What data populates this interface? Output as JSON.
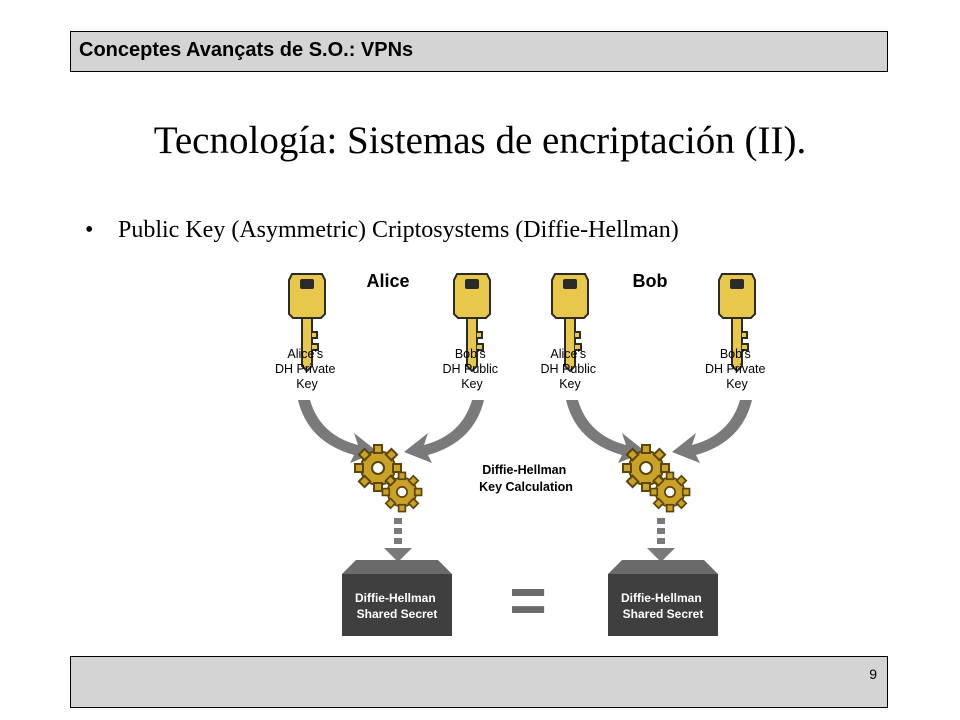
{
  "header": {
    "title": "Conceptes Avançats de S.O.: VPNs"
  },
  "slide": {
    "title": "Tecnología: Sistemas de encriptación (II).",
    "bullet_symbol": "•",
    "bullet": "Public Key (Asymmetric) Criptosystems (Diffie-Hellman)"
  },
  "diagram": {
    "parties": [
      "Alice",
      "Bob"
    ],
    "keys": [
      {
        "lines": [
          "Alice's",
          "DH Private",
          "Key"
        ]
      },
      {
        "lines": [
          "Bob's",
          "DH Public",
          "Key"
        ]
      },
      {
        "lines": [
          "Alice's",
          "DH Public",
          "Key"
        ]
      },
      {
        "lines": [
          "Bob's",
          "DH Private",
          "Key"
        ]
      }
    ],
    "calculation_label": [
      "Diffie-Hellman",
      "Key Calculation"
    ],
    "secret_label": [
      "Diffie-Hellman",
      "Shared Secret"
    ],
    "equals_symbol": "=",
    "colors": {
      "key_gold": "#e8c84a",
      "key_outline": "#2b2b2b",
      "gear_gold": "#c9a227",
      "arrow_gray": "#7a7a7a",
      "secret_box": "#3f3f3f",
      "header_gray": "#d4d4d4"
    }
  },
  "footer": {
    "page": "9"
  }
}
